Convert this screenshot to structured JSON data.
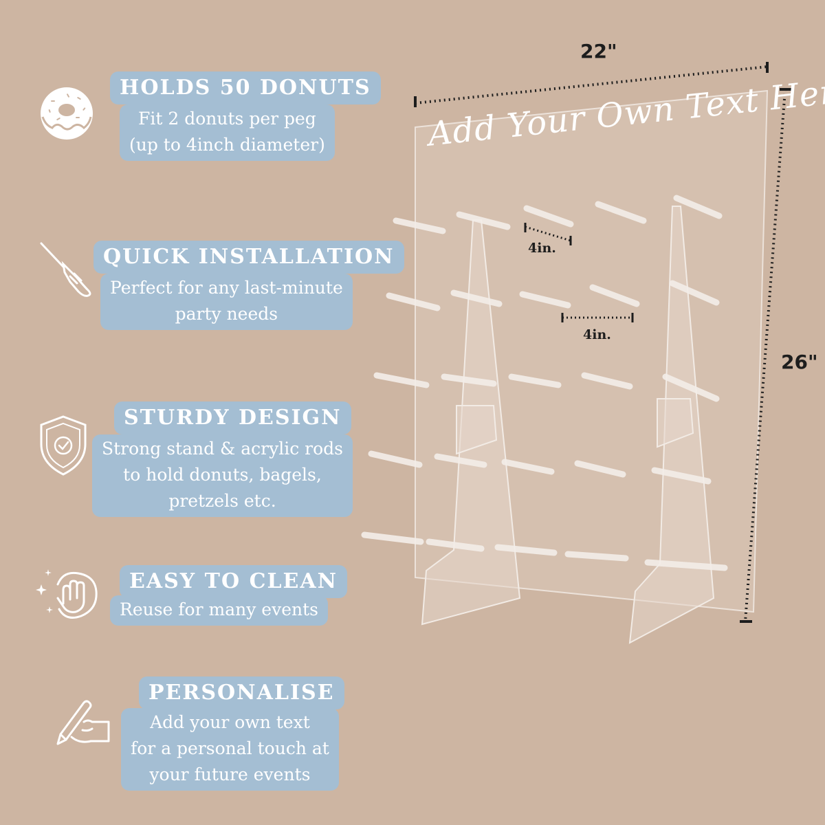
{
  "features": [
    {
      "title": "HOLDS 50 DONUTS",
      "desc": [
        "Fit 2 donuts per peg",
        "(up to 4inch diameter)"
      ],
      "icon": "donut-icon"
    },
    {
      "title": "QUICK INSTALLATION",
      "desc": [
        "Perfect for any last-minute",
        "party needs"
      ],
      "icon": "screwdriver-icon"
    },
    {
      "title": "STURDY DESIGN",
      "desc": [
        "Strong stand & acrylic rods",
        "to hold donuts, bagels,",
        "pretzels etc."
      ],
      "icon": "shield-check-icon"
    },
    {
      "title": "EASY TO CLEAN",
      "desc": [
        "Reuse for many events"
      ],
      "icon": "wiping-hand-icon"
    },
    {
      "title": "PERSONALISE",
      "desc": [
        "Add your own text",
        "for a personal touch at",
        "your future events"
      ],
      "icon": "pen-hand-icon"
    }
  ],
  "product": {
    "custom_text": "Add Your Own Text Here",
    "width_label": "22\"",
    "height_label": "26\"",
    "peg_spacing_label_1": "4in.",
    "peg_spacing_label_2": "4in."
  },
  "colors": {
    "background": "#cdb5a2",
    "badge": "#a4bed3",
    "text": "#ffffff"
  }
}
